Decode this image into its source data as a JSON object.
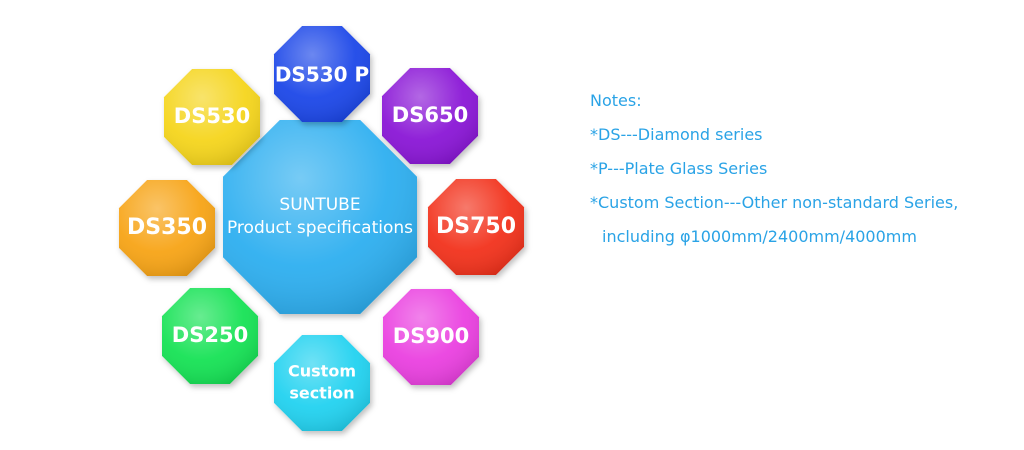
{
  "center": {
    "line1": "SUNTUBE",
    "line2": "Product specifications",
    "color": "#2eaff0"
  },
  "nodes": [
    {
      "id": "ds530p",
      "label": "DS530 P",
      "color": "#1f46e8"
    },
    {
      "id": "ds650",
      "label": "DS650",
      "color": "#8a16d6"
    },
    {
      "id": "ds750",
      "label": "DS750",
      "color": "#f2331b"
    },
    {
      "id": "ds900",
      "label": "DS900",
      "color": "#ea3fe0"
    },
    {
      "id": "custom",
      "label": "Custom",
      "label2": "section",
      "color": "#20d2f0"
    },
    {
      "id": "ds250",
      "label": "DS250",
      "color": "#17e255"
    },
    {
      "id": "ds350",
      "label": "DS350",
      "color": "#f7a416"
    },
    {
      "id": "ds530",
      "label": "DS530",
      "color": "#f5d51a"
    }
  ],
  "notes": {
    "title": "Notes:",
    "lines": [
      "*DS---Diamond series",
      "*P---Plate Glass Series",
      "*Custom Section---Other non-standard Series,",
      "including φ1000mm/2400mm/4000mm"
    ],
    "color": "#2aa3e6"
  }
}
